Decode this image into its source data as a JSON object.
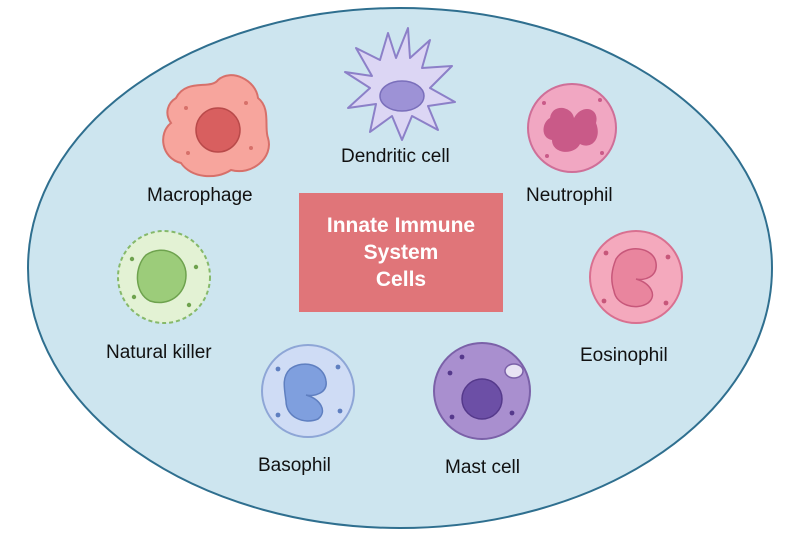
{
  "title": {
    "line1": "Innate Immune",
    "line2": "System",
    "line3": "Cells"
  },
  "cells": [
    {
      "key": "dendritic",
      "label": "Dendritic cell",
      "icon": "dendritic-cell-icon"
    },
    {
      "key": "macrophage",
      "label": "Macrophage",
      "icon": "macrophage-icon"
    },
    {
      "key": "neutrophil",
      "label": "Neutrophil",
      "icon": "neutrophil-icon"
    },
    {
      "key": "natural_killer",
      "label": "Natural killer",
      "icon": "natural-killer-icon"
    },
    {
      "key": "eosinophil",
      "label": "Eosinophil",
      "icon": "eosinophil-icon"
    },
    {
      "key": "basophil",
      "label": "Basophil",
      "icon": "basophil-icon"
    },
    {
      "key": "mast",
      "label": "Mast cell",
      "icon": "mast-cell-icon"
    }
  ],
  "colors": {
    "ellipse_fill": "#cde5ef",
    "ellipse_stroke": "#2f6f8f",
    "center_box": "#e07579",
    "dendritic": "#d9d3f2",
    "macrophage": "#f7a59d",
    "neutrophil": "#f1a7c2",
    "natural_killer": "#e3f2d4",
    "eosinophil": "#f4a9bd",
    "basophil": "#cfdcf5",
    "mast": "#a98fcf"
  }
}
